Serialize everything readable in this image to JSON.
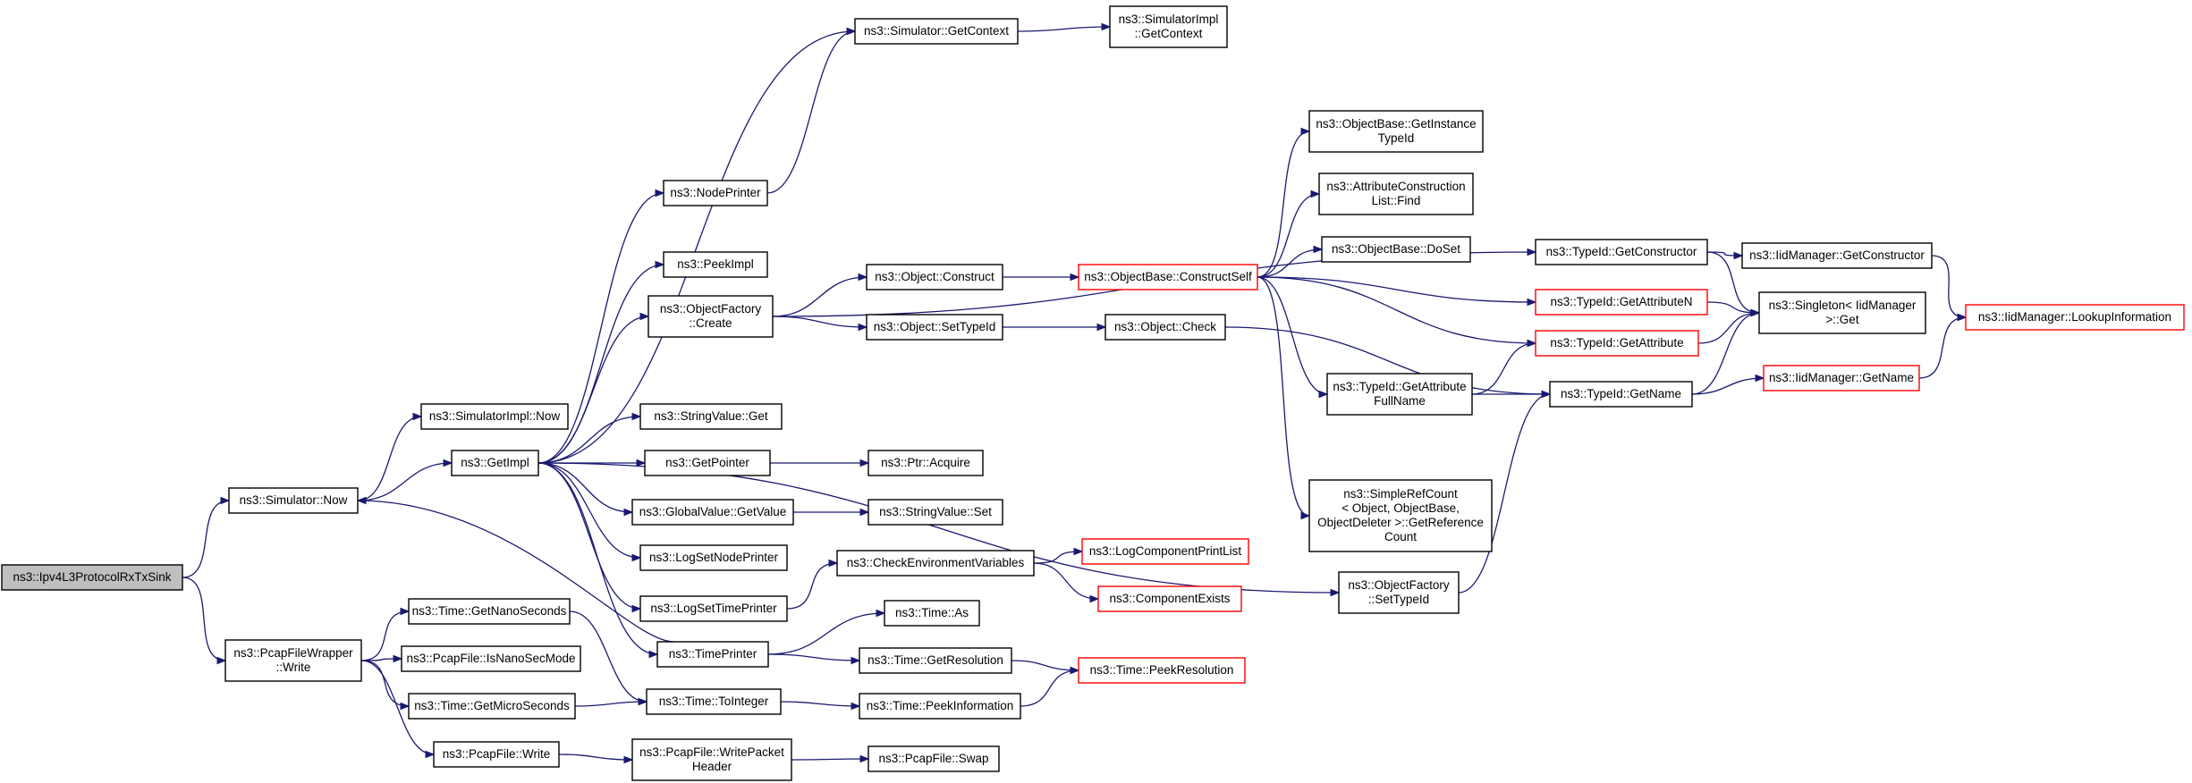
{
  "colors": {
    "edge": "#191970",
    "node_border": "#000000",
    "node_border_truncated": "#ff0000",
    "root_fill": "#bfbfbf",
    "node_fill": "#ffffff"
  },
  "nodes": [
    {
      "id": "root",
      "lines": [
        "ns3::Ipv4L3ProtocolRxTxSink"
      ],
      "root": true
    },
    {
      "id": "sim_now",
      "lines": [
        "ns3::Simulator::Now"
      ]
    },
    {
      "id": "pcap_wrap_write",
      "lines": [
        "ns3::PcapFileWrapper",
        "::Write"
      ]
    },
    {
      "id": "simimpl_now",
      "lines": [
        "ns3::SimulatorImpl::Now"
      ]
    },
    {
      "id": "getimpl",
      "lines": [
        "ns3::GetImpl"
      ]
    },
    {
      "id": "sim_getcontext",
      "lines": [
        "ns3::Simulator::GetContext"
      ]
    },
    {
      "id": "simimpl_getcontext",
      "lines": [
        "ns3::SimulatorImpl",
        "::GetContext"
      ]
    },
    {
      "id": "nodeprinter",
      "lines": [
        "ns3::NodePrinter"
      ]
    },
    {
      "id": "peekimpl",
      "lines": [
        "ns3::PeekImpl"
      ]
    },
    {
      "id": "objfactory_create",
      "lines": [
        "ns3::ObjectFactory",
        "::Create"
      ]
    },
    {
      "id": "stringvalue_get",
      "lines": [
        "ns3::StringValue::Get"
      ]
    },
    {
      "id": "getpointer",
      "lines": [
        "ns3::GetPointer"
      ]
    },
    {
      "id": "ptr_acquire",
      "lines": [
        "ns3::Ptr::Acquire"
      ]
    },
    {
      "id": "globalvalue_getvalue",
      "lines": [
        "ns3::GlobalValue::GetValue"
      ]
    },
    {
      "id": "stringvalue_set",
      "lines": [
        "ns3::StringValue::Set"
      ]
    },
    {
      "id": "logsetnodeprinter",
      "lines": [
        "ns3::LogSetNodePrinter"
      ]
    },
    {
      "id": "logsettimeprinter",
      "lines": [
        "ns3::LogSetTimePrinter"
      ]
    },
    {
      "id": "checkenv",
      "lines": [
        "ns3::CheckEnvironmentVariables"
      ]
    },
    {
      "id": "logcomponentprintlist",
      "lines": [
        "ns3::LogComponentPrintList"
      ],
      "truncated": true
    },
    {
      "id": "componentexists",
      "lines": [
        "ns3::ComponentExists"
      ],
      "truncated": true
    },
    {
      "id": "timeprinter",
      "lines": [
        "ns3::TimePrinter"
      ]
    },
    {
      "id": "time_as",
      "lines": [
        "ns3::Time::As"
      ]
    },
    {
      "id": "time_getresolution",
      "lines": [
        "ns3::Time::GetResolution"
      ]
    },
    {
      "id": "time_peekresolution",
      "lines": [
        "ns3::Time::PeekResolution"
      ],
      "truncated": true
    },
    {
      "id": "time_getnanoseconds",
      "lines": [
        "ns3::Time::GetNanoSeconds"
      ]
    },
    {
      "id": "pcapfile_isnanosecmode",
      "lines": [
        "ns3::PcapFile::IsNanoSecMode"
      ]
    },
    {
      "id": "time_getmicroseconds",
      "lines": [
        "ns3::Time::GetMicroSeconds"
      ]
    },
    {
      "id": "time_tointeger",
      "lines": [
        "ns3::Time::ToInteger"
      ]
    },
    {
      "id": "time_peekinformation",
      "lines": [
        "ns3::Time::PeekInformation"
      ]
    },
    {
      "id": "pcapfile_write",
      "lines": [
        "ns3::PcapFile::Write"
      ]
    },
    {
      "id": "pcapfile_writepacketheader",
      "lines": [
        "ns3::PcapFile::WritePacket",
        "Header"
      ]
    },
    {
      "id": "pcapfile_swap",
      "lines": [
        "ns3::PcapFile::Swap"
      ]
    },
    {
      "id": "object_construct",
      "lines": [
        "ns3::Object::Construct"
      ]
    },
    {
      "id": "object_settypeid",
      "lines": [
        "ns3::Object::SetTypeId"
      ]
    },
    {
      "id": "object_check",
      "lines": [
        "ns3::Object::Check"
      ]
    },
    {
      "id": "objectbase_constructself",
      "lines": [
        "ns3::ObjectBase::ConstructSelf"
      ],
      "truncated": true
    },
    {
      "id": "objectbase_getinstancetypeid",
      "lines": [
        "ns3::ObjectBase::GetInstance",
        "TypeId"
      ]
    },
    {
      "id": "attributeconstructionlist_find",
      "lines": [
        "ns3::AttributeConstruction",
        "List::Find"
      ]
    },
    {
      "id": "objectbase_doset",
      "lines": [
        "ns3::ObjectBase::DoSet"
      ]
    },
    {
      "id": "typeid_getattributefullname",
      "lines": [
        "ns3::TypeId::GetAttribute",
        "FullName"
      ]
    },
    {
      "id": "simplerefcount_getreferencecount",
      "lines": [
        "ns3::SimpleRefCount",
        "< Object, ObjectBase,",
        "ObjectDeleter >::GetReference",
        "Count"
      ]
    },
    {
      "id": "objfactory_settypeid",
      "lines": [
        "ns3::ObjectFactory",
        "::SetTypeId"
      ]
    },
    {
      "id": "typeid_getconstructor",
      "lines": [
        "ns3::TypeId::GetConstructor"
      ]
    },
    {
      "id": "typeid_getattributen",
      "lines": [
        "ns3::TypeId::GetAttributeN"
      ],
      "truncated": true
    },
    {
      "id": "typeid_getattribute",
      "lines": [
        "ns3::TypeId::GetAttribute"
      ],
      "truncated": true
    },
    {
      "id": "typeid_getname",
      "lines": [
        "ns3::TypeId::GetName"
      ]
    },
    {
      "id": "iidmanager_getconstructor",
      "lines": [
        "ns3::IidManager::GetConstructor"
      ]
    },
    {
      "id": "singleton_get",
      "lines": [
        "ns3::Singleton< IidManager",
        ">::Get"
      ]
    },
    {
      "id": "iidmanager_getname",
      "lines": [
        "ns3::IidManager::GetName"
      ],
      "truncated": true
    },
    {
      "id": "iidmanager_lookupinformation",
      "lines": [
        "ns3::IidManager::LookupInformation"
      ],
      "truncated": true
    }
  ],
  "edges": [
    [
      "root",
      "sim_now"
    ],
    [
      "root",
      "pcap_wrap_write"
    ],
    [
      "sim_now",
      "simimpl_now"
    ],
    [
      "sim_now",
      "getimpl"
    ],
    [
      "getimpl",
      "sim_getcontext"
    ],
    [
      "getimpl",
      "nodeprinter"
    ],
    [
      "getimpl",
      "peekimpl"
    ],
    [
      "getimpl",
      "objfactory_create"
    ],
    [
      "getimpl",
      "stringvalue_get"
    ],
    [
      "getimpl",
      "getpointer"
    ],
    [
      "getimpl",
      "globalvalue_getvalue"
    ],
    [
      "getimpl",
      "logsetnodeprinter"
    ],
    [
      "getimpl",
      "logsettimeprinter"
    ],
    [
      "getimpl",
      "timeprinter"
    ],
    [
      "getimpl",
      "objfactory_settypeid"
    ],
    [
      "sim_getcontext",
      "simimpl_getcontext"
    ],
    [
      "nodeprinter",
      "sim_getcontext"
    ],
    [
      "objfactory_create",
      "object_construct"
    ],
    [
      "objfactory_create",
      "object_settypeid"
    ],
    [
      "objfactory_create",
      "typeid_getconstructor"
    ],
    [
      "getpointer",
      "ptr_acquire"
    ],
    [
      "globalvalue_getvalue",
      "stringvalue_set"
    ],
    [
      "logsettimeprinter",
      "checkenv"
    ],
    [
      "checkenv",
      "logcomponentprintlist"
    ],
    [
      "checkenv",
      "componentexists"
    ],
    [
      "timeprinter",
      "sim_now"
    ],
    [
      "timeprinter",
      "time_as"
    ],
    [
      "timeprinter",
      "time_getresolution"
    ],
    [
      "time_getresolution",
      "time_peekresolution"
    ],
    [
      "time_peekinformation",
      "time_peekresolution"
    ],
    [
      "pcap_wrap_write",
      "time_getnanoseconds"
    ],
    [
      "pcap_wrap_write",
      "pcapfile_isnanosecmode"
    ],
    [
      "pcap_wrap_write",
      "time_getmicroseconds"
    ],
    [
      "pcap_wrap_write",
      "pcapfile_write"
    ],
    [
      "time_getnanoseconds",
      "time_tointeger"
    ],
    [
      "time_getmicroseconds",
      "time_tointeger"
    ],
    [
      "time_tointeger",
      "time_peekinformation"
    ],
    [
      "pcapfile_write",
      "pcapfile_writepacketheader"
    ],
    [
      "pcapfile_writepacketheader",
      "pcapfile_swap"
    ],
    [
      "object_construct",
      "objectbase_constructself"
    ],
    [
      "object_settypeid",
      "object_check"
    ],
    [
      "object_check",
      "typeid_getname"
    ],
    [
      "objectbase_constructself",
      "objectbase_getinstancetypeid"
    ],
    [
      "objectbase_constructself",
      "attributeconstructionlist_find"
    ],
    [
      "objectbase_constructself",
      "objectbase_doset"
    ],
    [
      "objectbase_constructself",
      "typeid_getattributen"
    ],
    [
      "objectbase_constructself",
      "typeid_getattribute"
    ],
    [
      "objectbase_constructself",
      "typeid_getattributefullname"
    ],
    [
      "objectbase_constructself",
      "simplerefcount_getreferencecount"
    ],
    [
      "typeid_getattributefullname",
      "typeid_getattribute"
    ],
    [
      "typeid_getattributefullname",
      "typeid_getname"
    ],
    [
      "objfactory_settypeid",
      "typeid_getname"
    ],
    [
      "typeid_getconstructor",
      "iidmanager_getconstructor"
    ],
    [
      "typeid_getconstructor",
      "singleton_get"
    ],
    [
      "typeid_getattributen",
      "singleton_get"
    ],
    [
      "typeid_getattribute",
      "singleton_get"
    ],
    [
      "typeid_getname",
      "singleton_get"
    ],
    [
      "typeid_getname",
      "iidmanager_getname"
    ],
    [
      "iidmanager_getconstructor",
      "iidmanager_lookupinformation"
    ],
    [
      "iidmanager_getname",
      "iidmanager_lookupinformation"
    ]
  ]
}
